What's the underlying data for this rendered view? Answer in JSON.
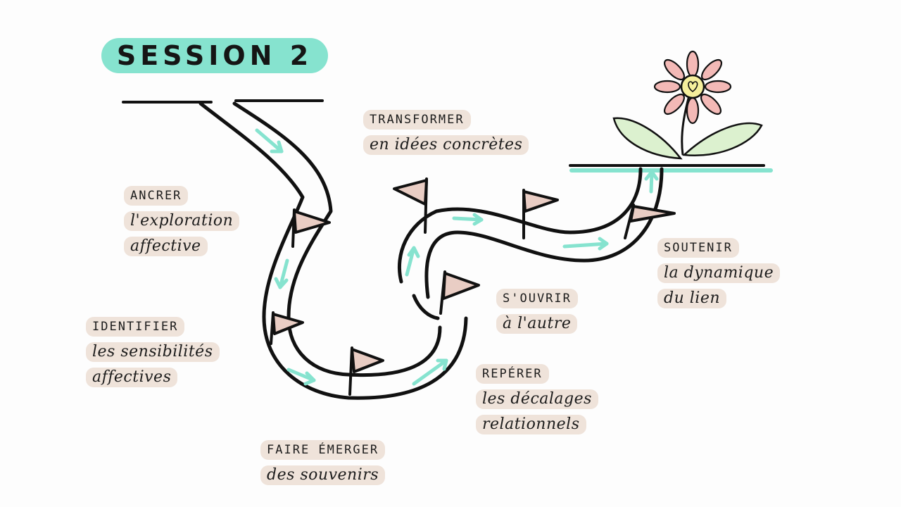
{
  "title": "SESSION 2",
  "stages": [
    {
      "heading": "ANCRER",
      "lines": [
        "l'exploration",
        "affective"
      ]
    },
    {
      "heading": "IDENTIFIER",
      "lines": [
        "les sensibilités",
        "affectives"
      ]
    },
    {
      "heading": "FAIRE ÉMERGER",
      "lines": [
        "des souvenirs"
      ]
    },
    {
      "heading": "REPÉRER",
      "lines": [
        "les décalages",
        "relationnels"
      ]
    },
    {
      "heading": "S'OUVRIR",
      "lines": [
        "à l'autre"
      ]
    },
    {
      "heading": "TRANSFORMER",
      "lines": [
        "en idées concrètes"
      ]
    },
    {
      "heading": "SOUTENIR",
      "lines": [
        "la dynamique",
        "du lien"
      ]
    }
  ],
  "colors": {
    "ink": "#111111",
    "accent": "#86e3cf",
    "label_highlight": "#efe3da",
    "flag": "#e9cdc4",
    "petal": "#f3b9b6",
    "flower_center": "#f5ef9c",
    "leaf": "#dcf1cf"
  },
  "icons": [
    "flag-icon",
    "flower-icon",
    "heart-icon",
    "direction-arrow-icon"
  ]
}
